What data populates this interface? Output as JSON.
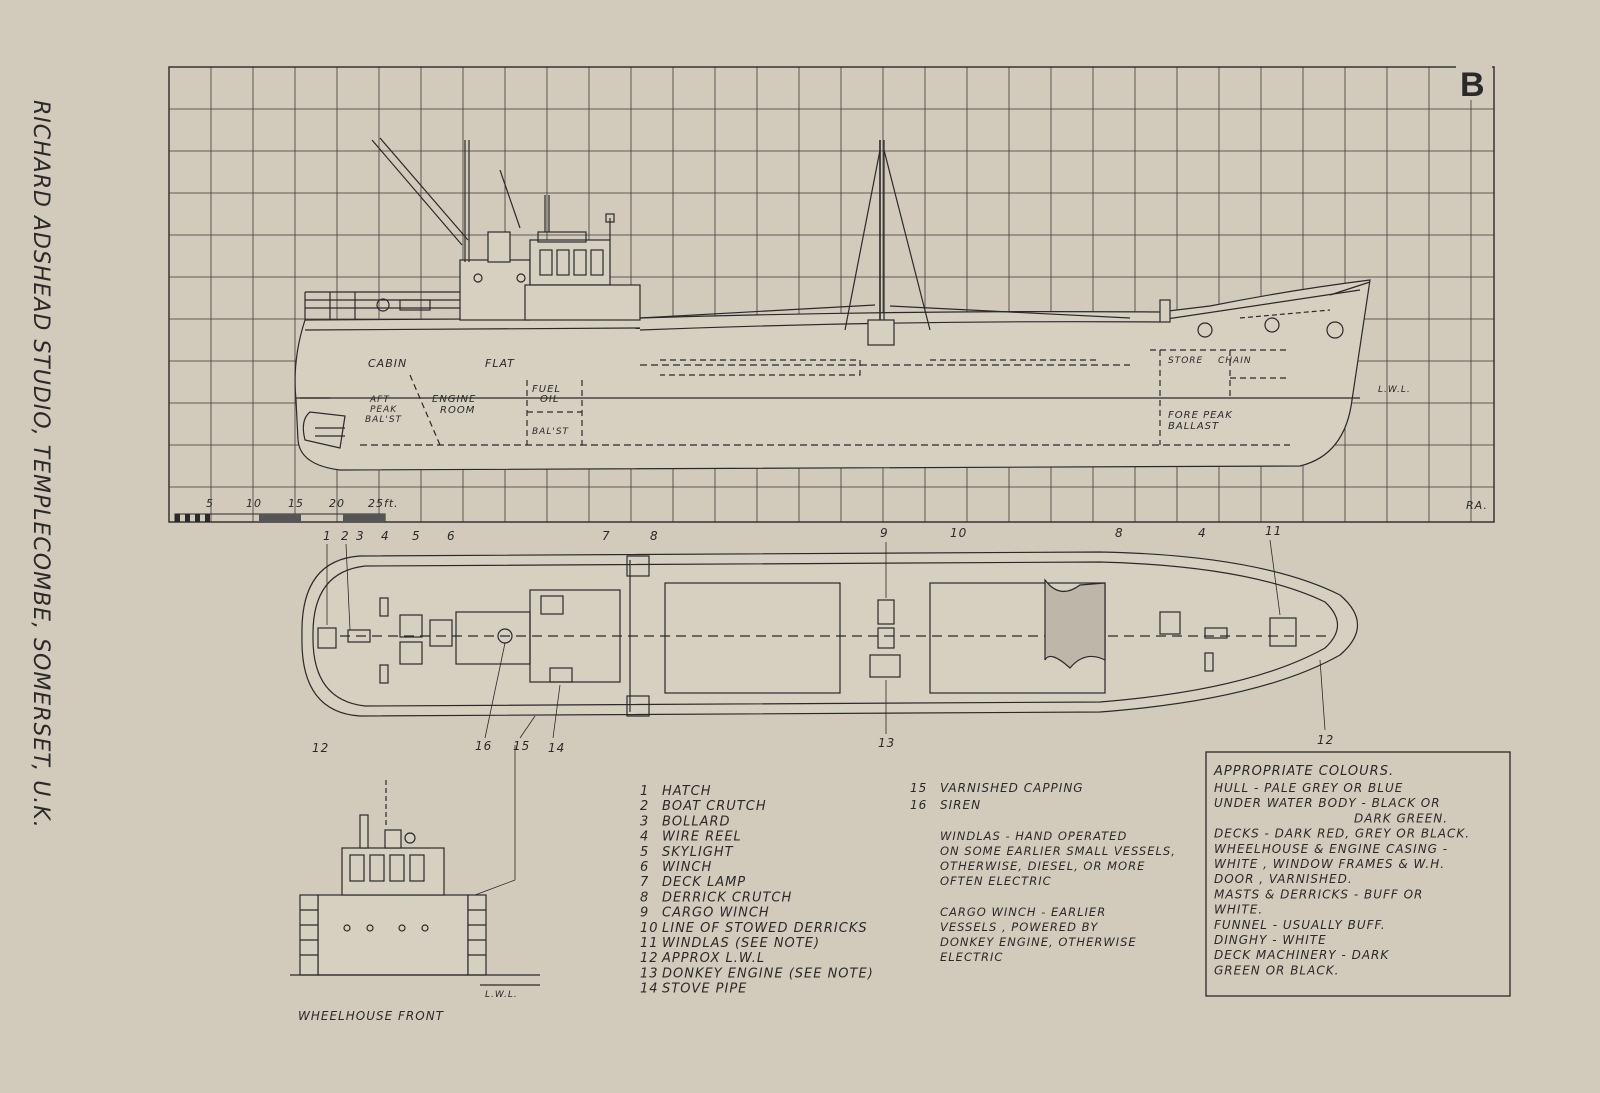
{
  "studio_credit": "RICHARD ADSHEAD STUDIO, TEMPLECOMBE, SOMERSET, U.K.",
  "sheet_letter": "B",
  "initials": "RA.",
  "scale_bar": {
    "ticks": [
      "5",
      "10",
      "15",
      "20",
      "25"
    ],
    "unit": "ft."
  },
  "profile_labels": {
    "cabin": "CABIN",
    "flat": "FLAT",
    "aft_peak": [
      "AFT",
      "PEAK",
      "BAL'ST"
    ],
    "engine_room": [
      "ENGINE",
      "ROOM"
    ],
    "fuel_oil": [
      "FUEL",
      "OIL"
    ],
    "ballast": "BAL'ST",
    "store": "STORE",
    "chain": "CHAIN",
    "fore_peak": [
      "FORE PEAK",
      "BALLAST"
    ],
    "lwl": "L.W.L."
  },
  "plan_callouts_top": [
    "1",
    "2",
    "3",
    "4",
    "5",
    "6",
    "7",
    "8",
    "9",
    "10",
    "8",
    "4",
    "11"
  ],
  "plan_callouts_bottom": [
    "12",
    "16",
    "15",
    "14",
    "13",
    "12"
  ],
  "wheelhouse": {
    "caption": "WHEELHOUSE FRONT",
    "lwl": "L.W.L."
  },
  "key_left": [
    {
      "num": "1",
      "text": "HATCH"
    },
    {
      "num": "2",
      "text": "BOAT CRUTCH"
    },
    {
      "num": "3",
      "text": "BOLLARD"
    },
    {
      "num": "4",
      "text": "WIRE REEL"
    },
    {
      "num": "5",
      "text": "SKYLIGHT"
    },
    {
      "num": "6",
      "text": "WINCH"
    },
    {
      "num": "7",
      "text": "DECK LAMP"
    },
    {
      "num": "8",
      "text": "DERRICK CRUTCH"
    },
    {
      "num": "9",
      "text": "CARGO WINCH"
    },
    {
      "num": "10",
      "text": "LINE OF STOWED DERRICKS"
    },
    {
      "num": "11",
      "text": "WINDLAS (SEE NOTE)"
    },
    {
      "num": "12",
      "text": "APPROX L.W.L"
    },
    {
      "num": "13",
      "text": "DONKEY ENGINE (SEE NOTE)"
    },
    {
      "num": "14",
      "text": "STOVE PIPE"
    }
  ],
  "key_right": [
    {
      "num": "15",
      "text": "VARNISHED CAPPING"
    },
    {
      "num": "16",
      "text": "SIREN"
    }
  ],
  "note_windlas": [
    "WINDLAS - HAND OPERATED",
    "ON SOME EARLIER SMALL VESSELS,",
    "OTHERWISE, DIESEL, OR MORE",
    "OFTEN ELECTRIC"
  ],
  "note_cargo_winch": [
    "CARGO WINCH - EARLIER",
    "VESSELS , POWERED BY",
    "DONKEY ENGINE, OTHERWISE",
    "ELECTRIC"
  ],
  "colours_box": {
    "title": "APPROPRIATE COLOURS.",
    "lines": [
      "HULL - PALE GREY OR BLUE",
      "UNDER WATER BODY - BLACK OR",
      "DARK GREEN.",
      "DECKS - DARK RED, GREY OR BLACK.",
      "WHEELHOUSE & ENGINE CASING -",
      "WHITE , WINDOW FRAMES & W.H.",
      "DOOR , VARNISHED.",
      "MASTS & DERRICKS - BUFF OR",
      "WHITE.",
      "FUNNEL - USUALLY BUFF.",
      "DINGHY - WHITE",
      "DECK MACHINERY - DARK",
      "GREEN OR BLACK."
    ]
  }
}
